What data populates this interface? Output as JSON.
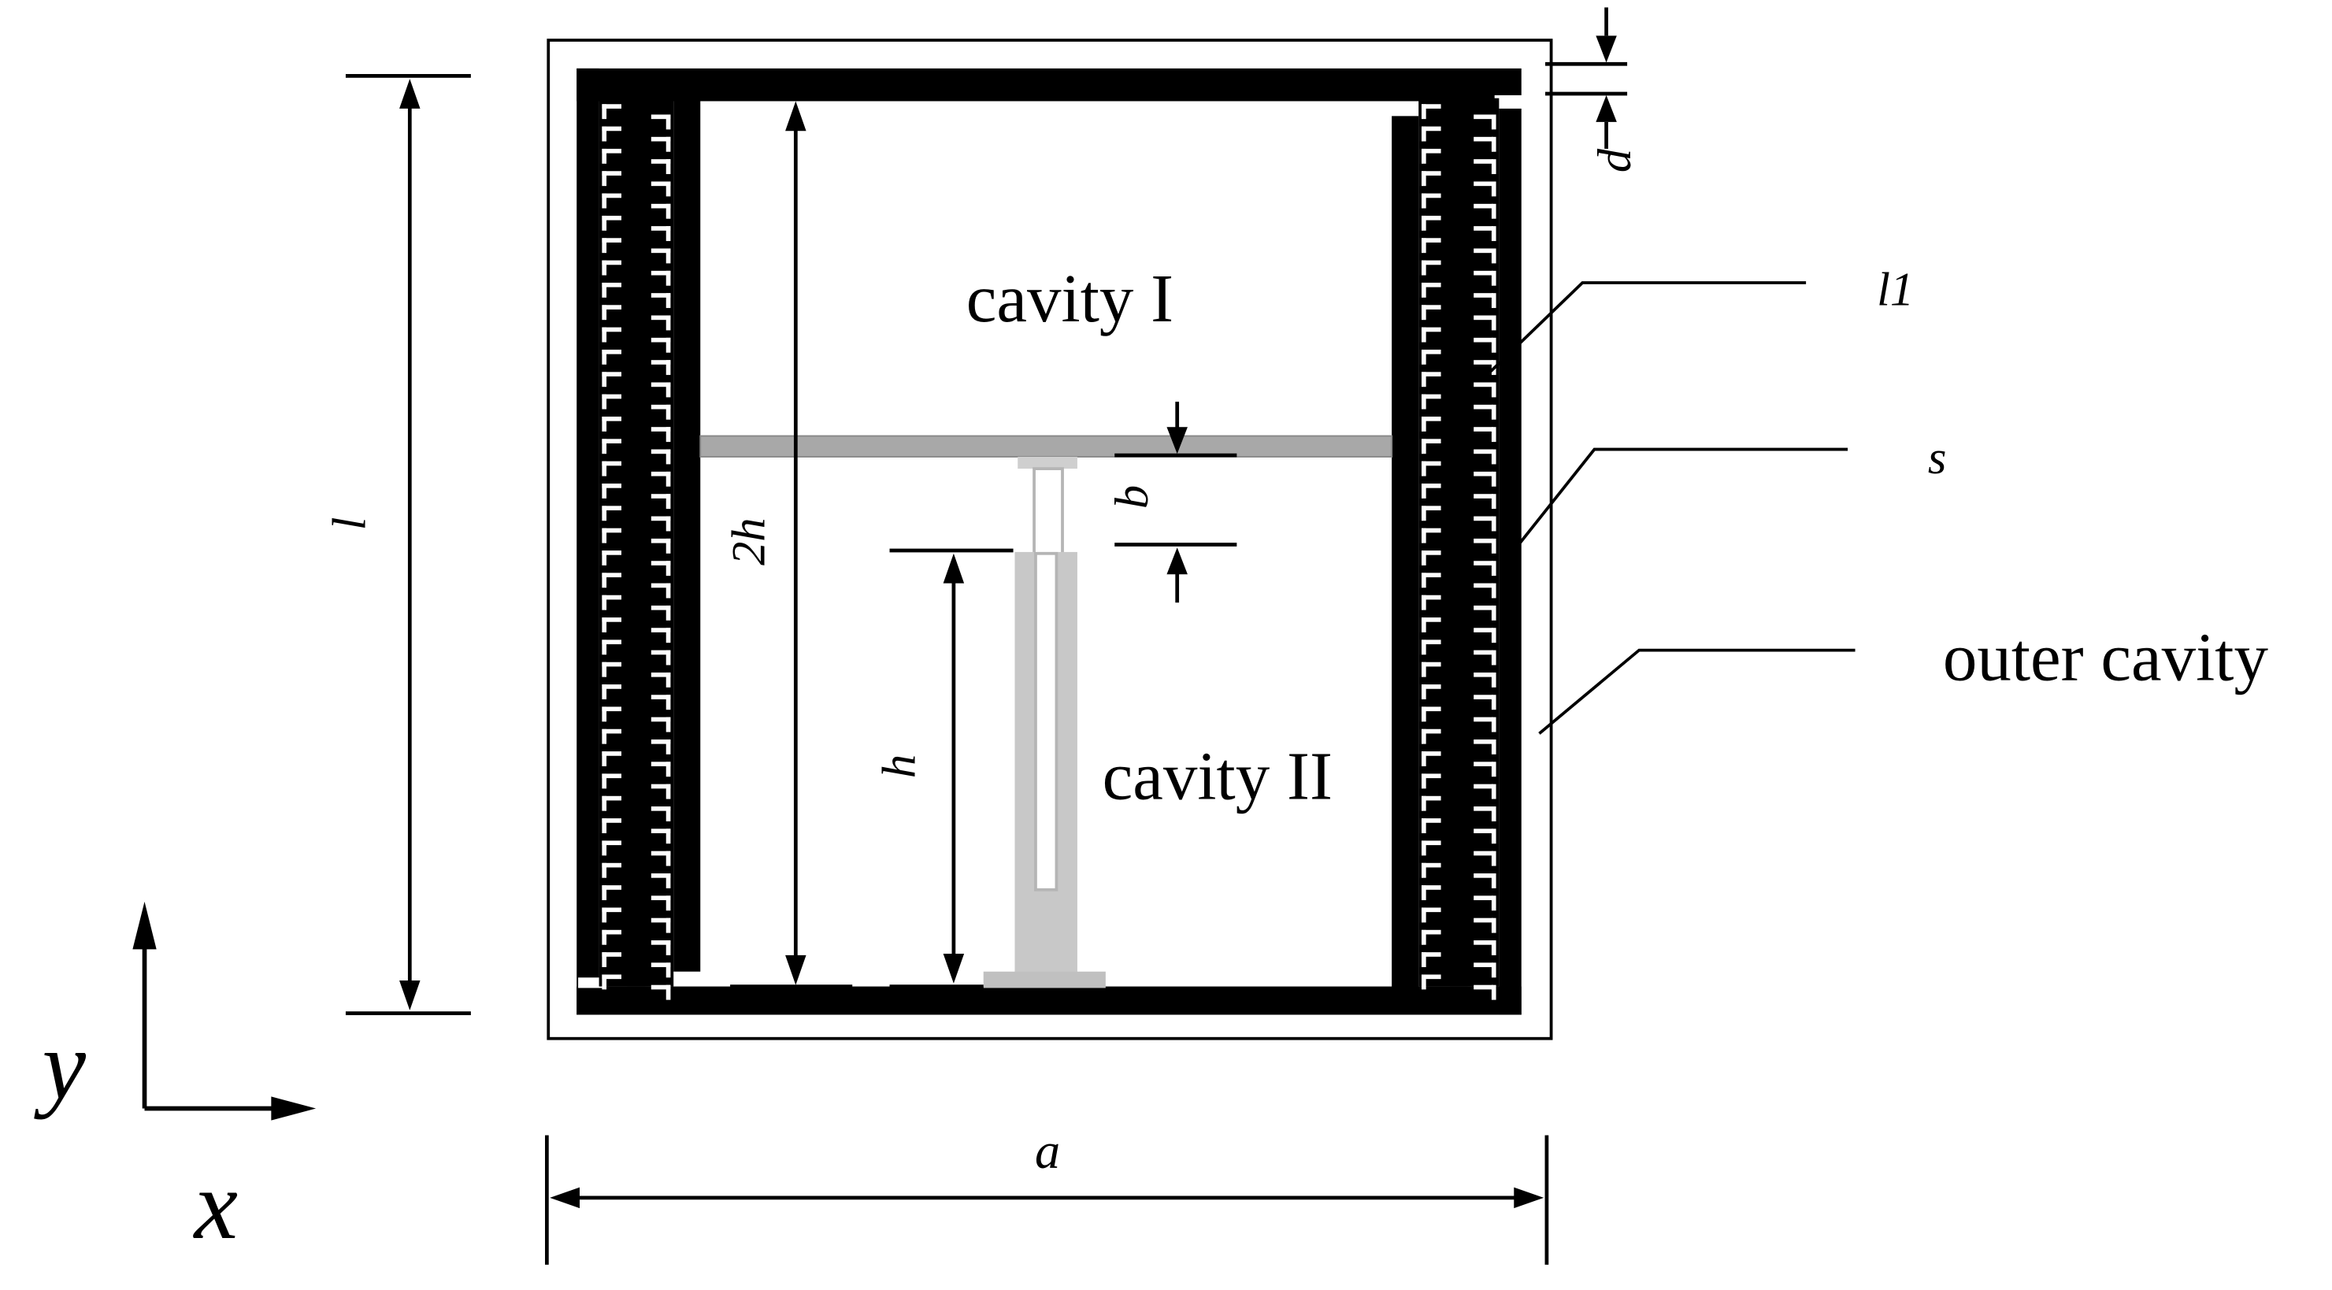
{
  "labels": {
    "cavity_1": "cavity I",
    "cavity_2": "cavity II",
    "outer_cavity": "outer cavity",
    "dim_l": "l",
    "dim_2h": "2h",
    "dim_h": "h",
    "dim_b": "b",
    "dim_d": "d",
    "dim_a": "a",
    "label_l1": "l1",
    "label_s": "s",
    "axis_x": "x",
    "axis_y": "y"
  },
  "colors": {
    "line": "#000000",
    "metal": "#000000",
    "gap": "#ffffff",
    "plate": "#a8a8a8",
    "post": "#c8c8c8"
  }
}
